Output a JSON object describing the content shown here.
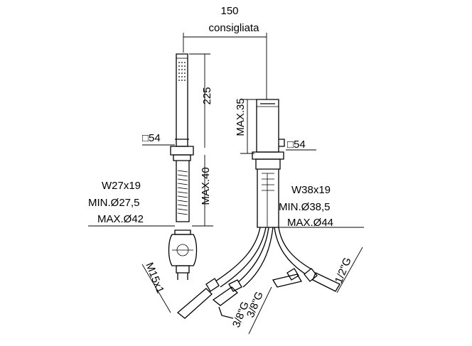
{
  "dimensions": {
    "top_width_value": "150",
    "top_width_note": "consigliata",
    "handshower_length": "225",
    "handshower_max": "MAX.40",
    "mixer_max": "MAX.35",
    "handshower_square": "□54",
    "mixer_square": "□54",
    "left_hole": {
      "w": "W27x19",
      "min": "MIN.Ø27,5",
      "max": "MAX.Ø42"
    },
    "right_hole": {
      "w": "W38x19",
      "min": "MIN.Ø38,5",
      "max": "MAX.Ø44"
    },
    "hose_thread": "M15x1",
    "connection_a": "3/8\"G",
    "connection_b": "3/8\"G",
    "connection_c": "1/2\"G"
  }
}
